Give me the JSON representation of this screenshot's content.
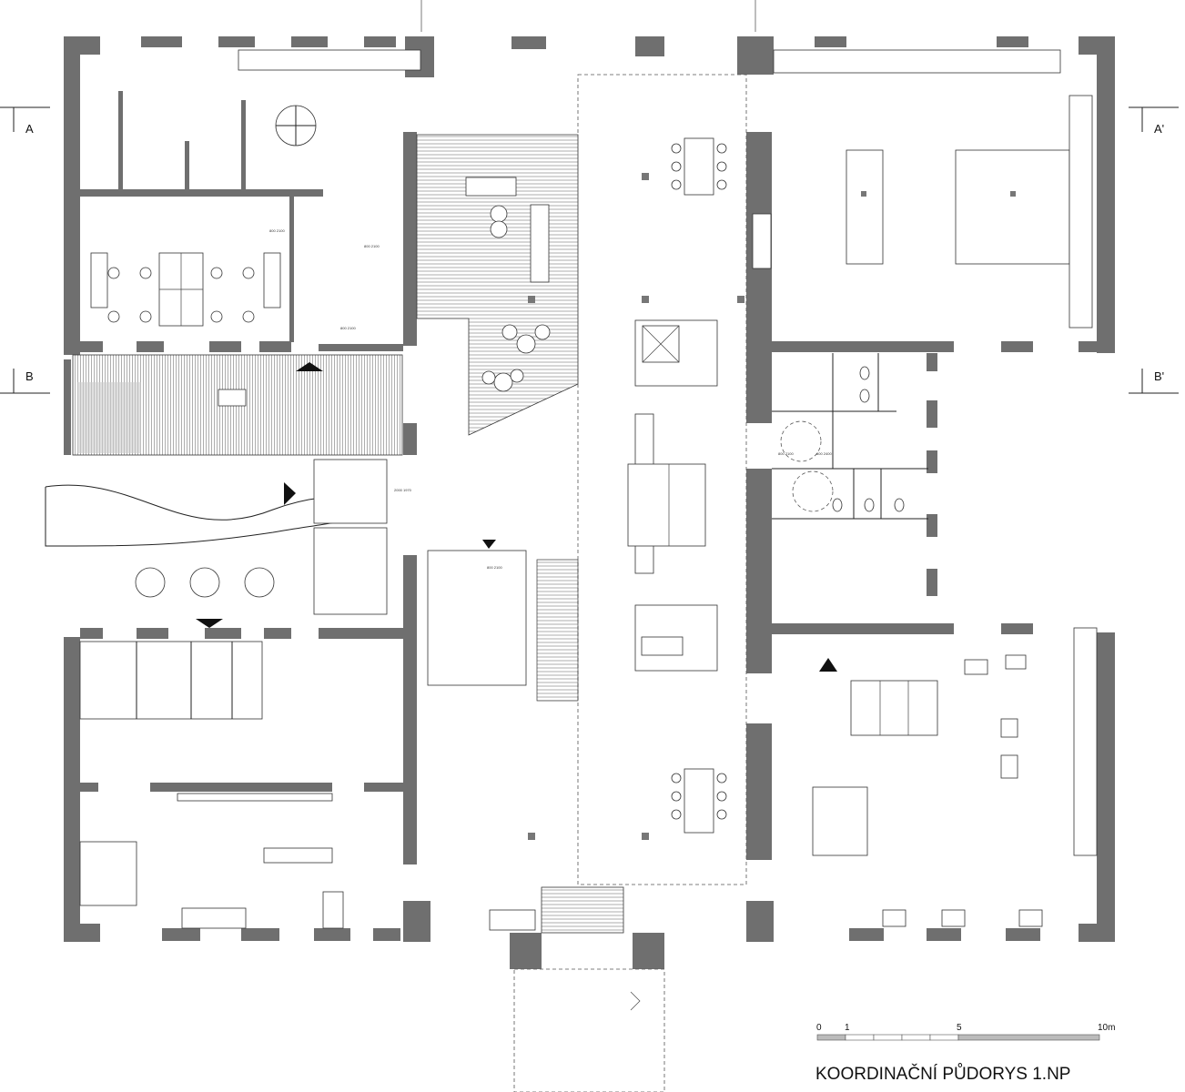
{
  "title": "KOORDINAČNÍ PŮDORYS 1.NP",
  "scale_bar": {
    "labels": [
      "0",
      "1",
      "5",
      "10m"
    ],
    "unit": "m",
    "max": 10
  },
  "section_markers": [
    {
      "label": "A",
      "side": "left"
    },
    {
      "label": "A'",
      "side": "right"
    },
    {
      "label": "B",
      "side": "left"
    },
    {
      "label": "B'",
      "side": "right"
    }
  ],
  "door_labels": [
    "800\n2100",
    "800\n2100",
    "800\n2100",
    "800\n2400",
    "2000\n1970",
    "800\n2100",
    "800\n2100"
  ],
  "colors": {
    "wall": "#6f6f6f",
    "line": "#222222",
    "background": "#ffffff"
  }
}
